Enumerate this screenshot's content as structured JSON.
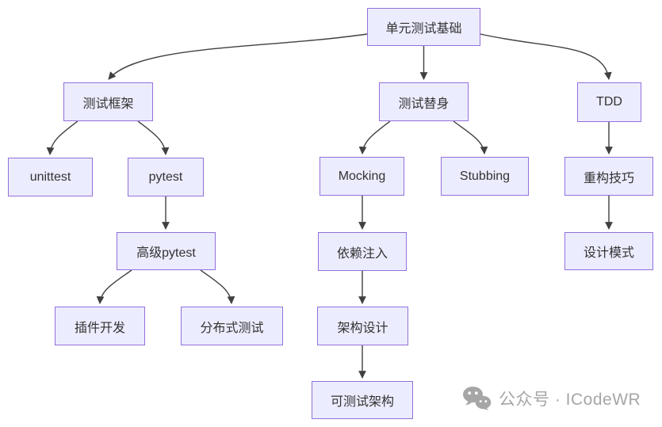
{
  "diagram": {
    "title": "unit-testing learning path flowchart",
    "nodes": {
      "root": {
        "label": "单元测试基础"
      },
      "framework": {
        "label": "测试框架"
      },
      "doubles": {
        "label": "测试替身"
      },
      "tdd": {
        "label": "TDD"
      },
      "unittest": {
        "label": "unittest"
      },
      "pytest": {
        "label": "pytest"
      },
      "advanced_pytest": {
        "label": "高级pytest"
      },
      "plugin_dev": {
        "label": "插件开发"
      },
      "distributed": {
        "label": "分布式测试"
      },
      "mocking": {
        "label": "Mocking"
      },
      "stubbing": {
        "label": "Stubbing"
      },
      "di": {
        "label": "依赖注入"
      },
      "arch_design": {
        "label": "架构设计"
      },
      "testable_arch": {
        "label": "可测试架构"
      },
      "refactoring": {
        "label": "重构技巧"
      },
      "design_patterns": {
        "label": "设计模式"
      }
    },
    "edges": [
      {
        "from": "root",
        "to": "framework"
      },
      {
        "from": "root",
        "to": "doubles"
      },
      {
        "from": "root",
        "to": "tdd"
      },
      {
        "from": "framework",
        "to": "unittest"
      },
      {
        "from": "framework",
        "to": "pytest"
      },
      {
        "from": "pytest",
        "to": "advanced_pytest"
      },
      {
        "from": "advanced_pytest",
        "to": "plugin_dev"
      },
      {
        "from": "advanced_pytest",
        "to": "distributed"
      },
      {
        "from": "doubles",
        "to": "mocking"
      },
      {
        "from": "doubles",
        "to": "stubbing"
      },
      {
        "from": "mocking",
        "to": "di"
      },
      {
        "from": "di",
        "to": "arch_design"
      },
      {
        "from": "arch_design",
        "to": "testable_arch"
      },
      {
        "from": "tdd",
        "to": "refactoring"
      },
      {
        "from": "refactoring",
        "to": "design_patterns"
      }
    ],
    "colors": {
      "node_fill": "#ECECFF",
      "node_border": "#9370DB",
      "node_text": "#333333",
      "edge": "#404040",
      "background": "#ffffff"
    }
  },
  "watermark": {
    "text": "公众号 · ICodeWR",
    "icon": "wechat-icon",
    "color": "#a6a6a6"
  }
}
